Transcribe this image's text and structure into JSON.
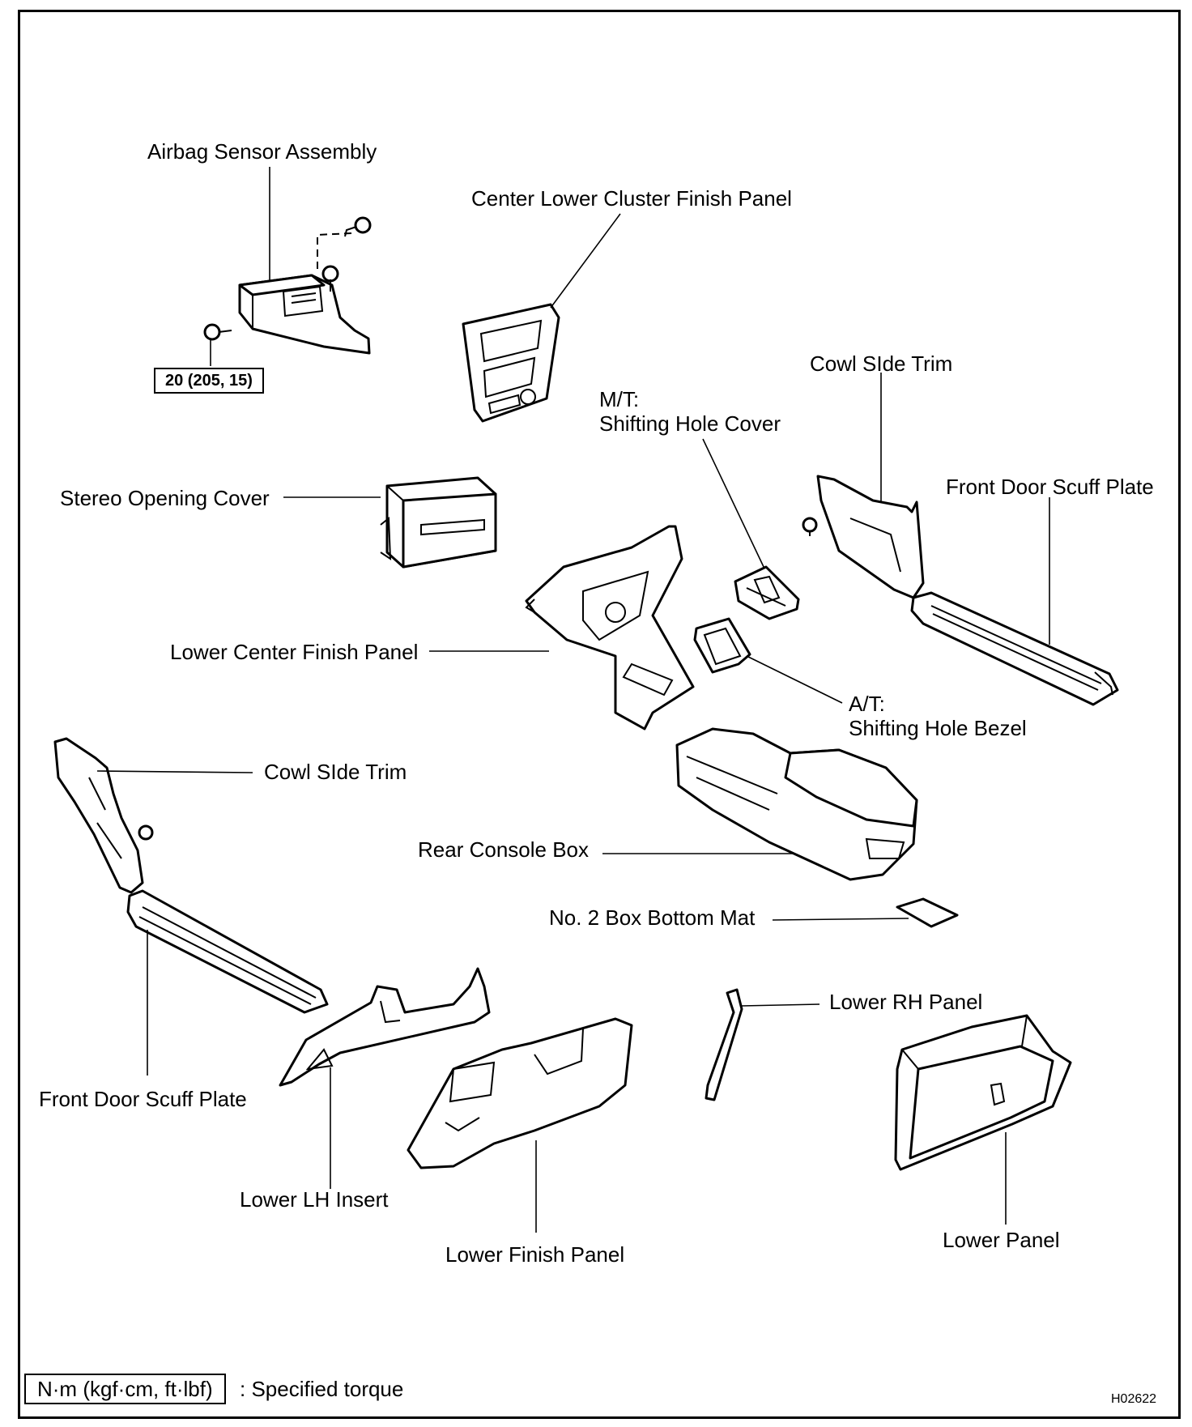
{
  "labels": {
    "airbag_sensor": "Airbag Sensor Assembly",
    "center_lower_cluster": "Center Lower Cluster Finish Panel",
    "torque_value": "20 (205, 15)",
    "cowl_side_trim_rh": "Cowl SIde Trim",
    "mt_line1": "M/T:",
    "mt_line2": "Shifting Hole Cover",
    "front_door_scuff_rh": "Front Door Scuff Plate",
    "stereo_opening_cover": "Stereo Opening Cover",
    "lower_center_finish": "Lower Center Finish Panel",
    "at_line1": "A/T:",
    "at_line2": "Shifting Hole Bezel",
    "cowl_side_trim_lh": "Cowl SIde Trim",
    "rear_console_box": "Rear Console Box",
    "box_bottom_mat": "No. 2 Box Bottom Mat",
    "lower_rh_panel": "Lower RH Panel",
    "front_door_scuff_lh": "Front Door Scuff Plate",
    "lower_lh_insert": "Lower LH Insert",
    "lower_finish_panel": "Lower Finish Panel",
    "lower_panel": "Lower Panel"
  },
  "legend": {
    "unit_box": "N·m (kgf·cm, ft·lbf)",
    "description": ": Specified torque"
  },
  "figure_code": "H02622"
}
